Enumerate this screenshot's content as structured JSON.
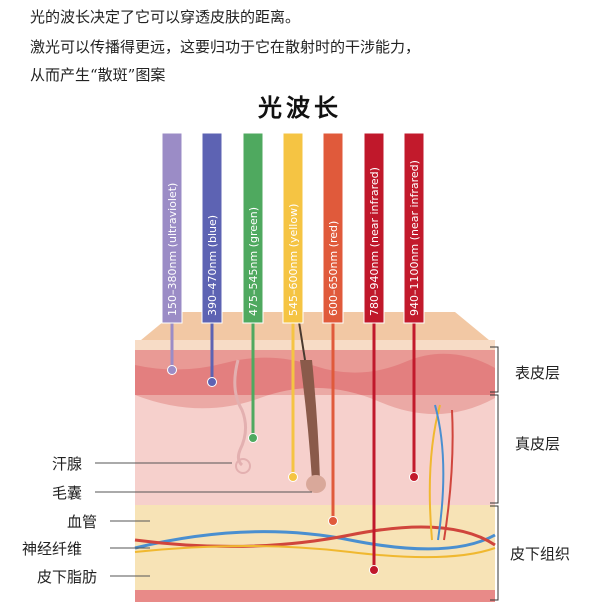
{
  "intro": {
    "line1": "光的波长决定了它可以穿透皮肤的距离。",
    "line2": "激光可以传播得更远，这要归功于它在散射时的干涉能力，",
    "line3": "从而产生“散斑”图案"
  },
  "title": "光波长",
  "wavelengths": [
    {
      "label": "150–380nm (ultraviolet)",
      "color": "#9b8cc6"
    },
    {
      "label": "390–470nm (blue)",
      "color": "#5d63b3"
    },
    {
      "label": "475–545nm (green)",
      "color": "#4fa95f"
    },
    {
      "label": "545–600nm (yellow)",
      "color": "#f5c443"
    },
    {
      "label": "600–650nm (red)",
      "color": "#e05a3b"
    },
    {
      "label": "780–940nm (near infrared)",
      "color": "#c0182b"
    },
    {
      "label": "940–1100nm (near infrared)",
      "color": "#c21a2c"
    }
  ],
  "layers": {
    "epidermis": "表皮层",
    "dermis": "真皮层",
    "subcutaneous": "皮下组织"
  },
  "structures": {
    "sweat_gland": "汗腺",
    "hair_follicle": "毛囊",
    "blood_vessel": "血管",
    "nerve_fiber": "神经纤维",
    "fat": "皮下脂肪"
  }
}
